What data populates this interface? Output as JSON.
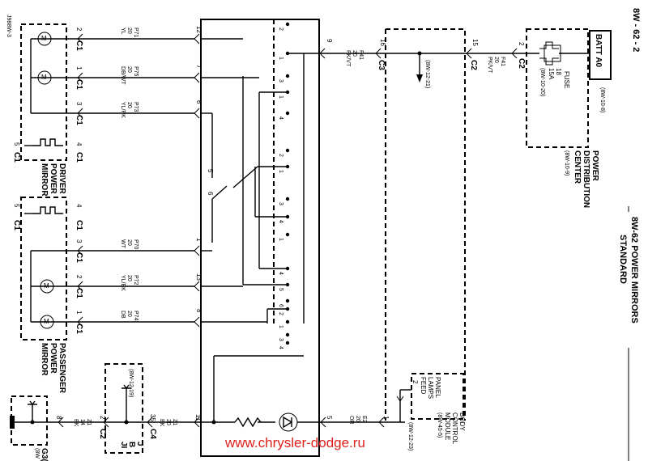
{
  "page_number": "8W - 62 - 2",
  "section_title": "8W-62 POWER MIRRORS",
  "section_subtitle": "STANDARD",
  "figure_code": "J988W-3",
  "watermark": "www.chrysler-dodge.ru",
  "colors": {
    "watermark": "#e0201b",
    "ink": "#000000"
  },
  "batt": {
    "label": "BATT A0",
    "ref": "(8W-10-8)"
  },
  "pdc": {
    "line1": "POWER",
    "line2": "DISTRIBUTION",
    "line3": "CENTER",
    "ref": "(8W-10-9)"
  },
  "fuse": {
    "name": "FUSE",
    "num": "18",
    "amp": "15A",
    "ref": "(8W-10-20)"
  },
  "driver_mirror": {
    "line1": "DRIVER",
    "line2": "POWER",
    "line3": "MIRROR"
  },
  "passenger_mirror": {
    "line1": "PASSENGER",
    "line2": "POWER",
    "line3": "MIRROR"
  },
  "bcm": {
    "line1": "BODY",
    "line2": "CONTROL",
    "line3": "MODULE",
    "ref": "(8W-45-5)"
  },
  "panel_lamps": {
    "line1": "PANEL",
    "line2": "LAMPS",
    "line3": "FEED",
    "pin": "2"
  },
  "junction": {
    "line1": "J",
    "line2": "B",
    "line3": "JI",
    "ref": "(8W-12-19)"
  },
  "ground": {
    "name": "G3(",
    "ref": "(8W"
  },
  "refs": {
    "splice_top": "(8W-12-21)",
    "splice_bottom": "(8W-12-23)"
  },
  "connectors": {
    "c1": "C1",
    "c2": "C2",
    "c3": "C3",
    "c4": "C4"
  },
  "left_wires": [
    {
      "circuit": "P71",
      "gauge": "20",
      "color": "YL",
      "switch_pin": "12",
      "mirror_pin": "2"
    },
    {
      "circuit": "P75",
      "gauge": "20",
      "color": "DB/WT",
      "switch_pin": "7",
      "mirror_pin": "1"
    },
    {
      "circuit": "P73",
      "gauge": "20",
      "color": "YL/PK",
      "switch_pin": "6",
      "mirror_pin": "3"
    },
    {
      "circuit": "P70",
      "gauge": "20",
      "color": "WT",
      "switch_pin": "1",
      "mirror_pin": "3"
    },
    {
      "circuit": "P72",
      "gauge": "20",
      "color": "YL/BK",
      "switch_pin": "13",
      "mirror_pin": "2"
    },
    {
      "circuit": "P74",
      "gauge": "20",
      "color": "DB",
      "switch_pin": "8",
      "mirror_pin": "1"
    }
  ],
  "heater_pins": {
    "driver_a": "5",
    "driver_b": "4",
    "pass_a": "5",
    "pass_b": "4"
  },
  "feed_wire": {
    "circuit": "F41",
    "gauge": "20",
    "color": "PK/VT",
    "switch_pin": "9",
    "c3_pin": "16",
    "c2_pin": "15",
    "pdc_pin": "2"
  },
  "ground_wire": {
    "circuit": "Z1",
    "gauge": "14",
    "color": "BK",
    "switch_pin": "11",
    "c2_pin": "2",
    "g_pin": "8"
  },
  "ground_wire2": {
    "circuit": "Z1",
    "gauge": "20",
    "color": "BK",
    "c4_pin": "35"
  },
  "lamp_wire": {
    "circuit": "E2",
    "gauge": "20",
    "color": "OR",
    "switch_pin": "5",
    "bcm_pin": "1"
  },
  "switch_pins": [
    "2",
    "1",
    "3",
    "1",
    "4",
    "2",
    "1",
    "3",
    "4",
    "1",
    "4",
    "5",
    "6",
    "2",
    "1",
    "3",
    "4"
  ]
}
